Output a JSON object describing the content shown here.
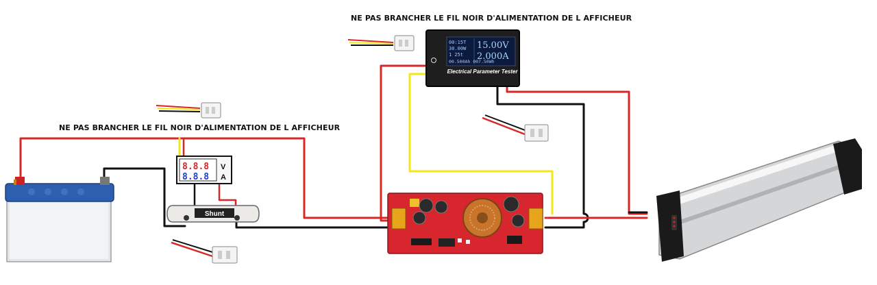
{
  "notes": {
    "top": "NE PAS BRANCHER LE FIL NOIR D'ALIMENTATION DE L AFFICHEUR",
    "left": "NE PAS BRANCHER LE FIL NOIR D'ALIMENTATION DE L AFFICHEUR"
  },
  "small_display": {
    "top_digits": "8.8.8",
    "bottom_digits": "8.8.8",
    "unit_top": "V",
    "unit_bottom": "A"
  },
  "shunt": {
    "label": "Shunt"
  },
  "tester": {
    "line1": "00:15T",
    "line2": "30.00W",
    "line3": "1   25t",
    "line4": "00.500Ah  007.50Wh",
    "voltage": "15.00V",
    "current": "2.000A",
    "caption": "Electrical Parameter Tester"
  },
  "colors": {
    "wire_red": "#d62828",
    "wire_black": "#111111",
    "wire_yellow": "#f5e61a",
    "board_red": "#d8262e",
    "battery_blue": "#2d5fae"
  }
}
